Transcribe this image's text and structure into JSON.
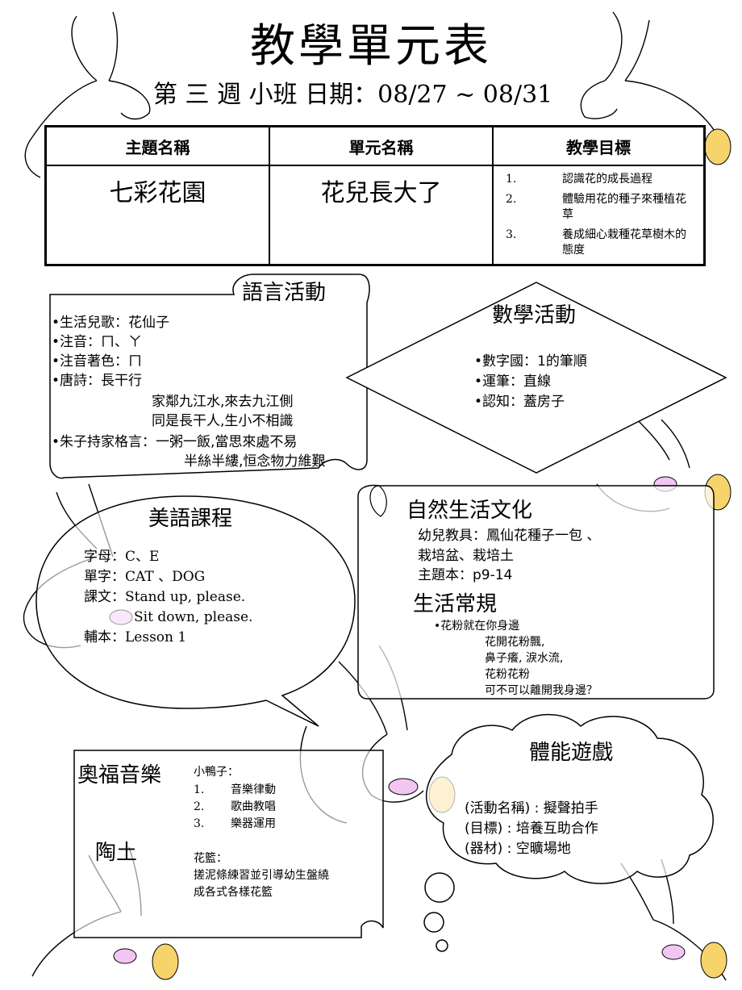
{
  "header": {
    "title": "教學單元表",
    "subtitle": "第 三 週  小班  日期：08/27 ~ 08/31"
  },
  "unit_table": {
    "columns": [
      "主題名稱",
      "單元名稱",
      "教學目標"
    ],
    "theme": "七彩花園",
    "unit": "花兒長大了",
    "goals": [
      {
        "num": "1.",
        "text": "認識花的成長過程"
      },
      {
        "num": "2.",
        "text": "體驗用花的種子來種植花草"
      },
      {
        "num": "3.",
        "text": "養成細心栽種花草樹木的態度"
      }
    ]
  },
  "language": {
    "title": "語言活動",
    "lines": [
      "•生活兒歌：花仙子",
      "•注音：ㄇ、ㄚ",
      "•注音著色：ㄇ",
      "•唐詩：長干行",
      "家鄰九江水,來去九江側",
      "同是長干人,生小不相識",
      "•朱子持家格言：一粥一飯,當思來處不易",
      "半絲半縷,恒念物力維艱"
    ]
  },
  "math": {
    "title": "數學活動",
    "lines": [
      "•數字國：1的筆順",
      "•運筆：直線",
      "•認知：蓋房子"
    ]
  },
  "english": {
    "title": "美語課程",
    "lines": [
      "字母：C、E",
      "單字：CAT  、DOG",
      "課文：Stand up, please.",
      "Sit down, please.",
      "輔本：Lesson 1"
    ]
  },
  "nature": {
    "title": "自然生活文化",
    "lines": [
      "幼兒教具：鳳仙花種子一包 、",
      "栽培盆、栽培土",
      "主題本：p9-14"
    ],
    "routine_title": "生活常規",
    "routine_lines": [
      "•花粉就在你身邊",
      "花開花粉飄,",
      "鼻子癢,  淚水流,",
      "花粉花粉",
      "可不可以離開我身邊？"
    ]
  },
  "music": {
    "title": "奧福音樂",
    "intro": "小鴨子：",
    "items": [
      {
        "num": "1.",
        "text": "音樂律動"
      },
      {
        "num": "2.",
        "text": "歌曲教唱"
      },
      {
        "num": "3.",
        "text": "樂器運用"
      }
    ],
    "pottery_title": "陶土",
    "pottery_intro": "花籃：",
    "pottery_lines": [
      "搓泥條練習並引導幼生盤繞",
      "成各式各樣花籃"
    ]
  },
  "pe": {
    "title": "體能遊戲",
    "lines": [
      "(活動名稱) : 擬聲拍手",
      "(目標) : 培養互助合作",
      "(器材) : 空曠場地"
    ]
  }
}
